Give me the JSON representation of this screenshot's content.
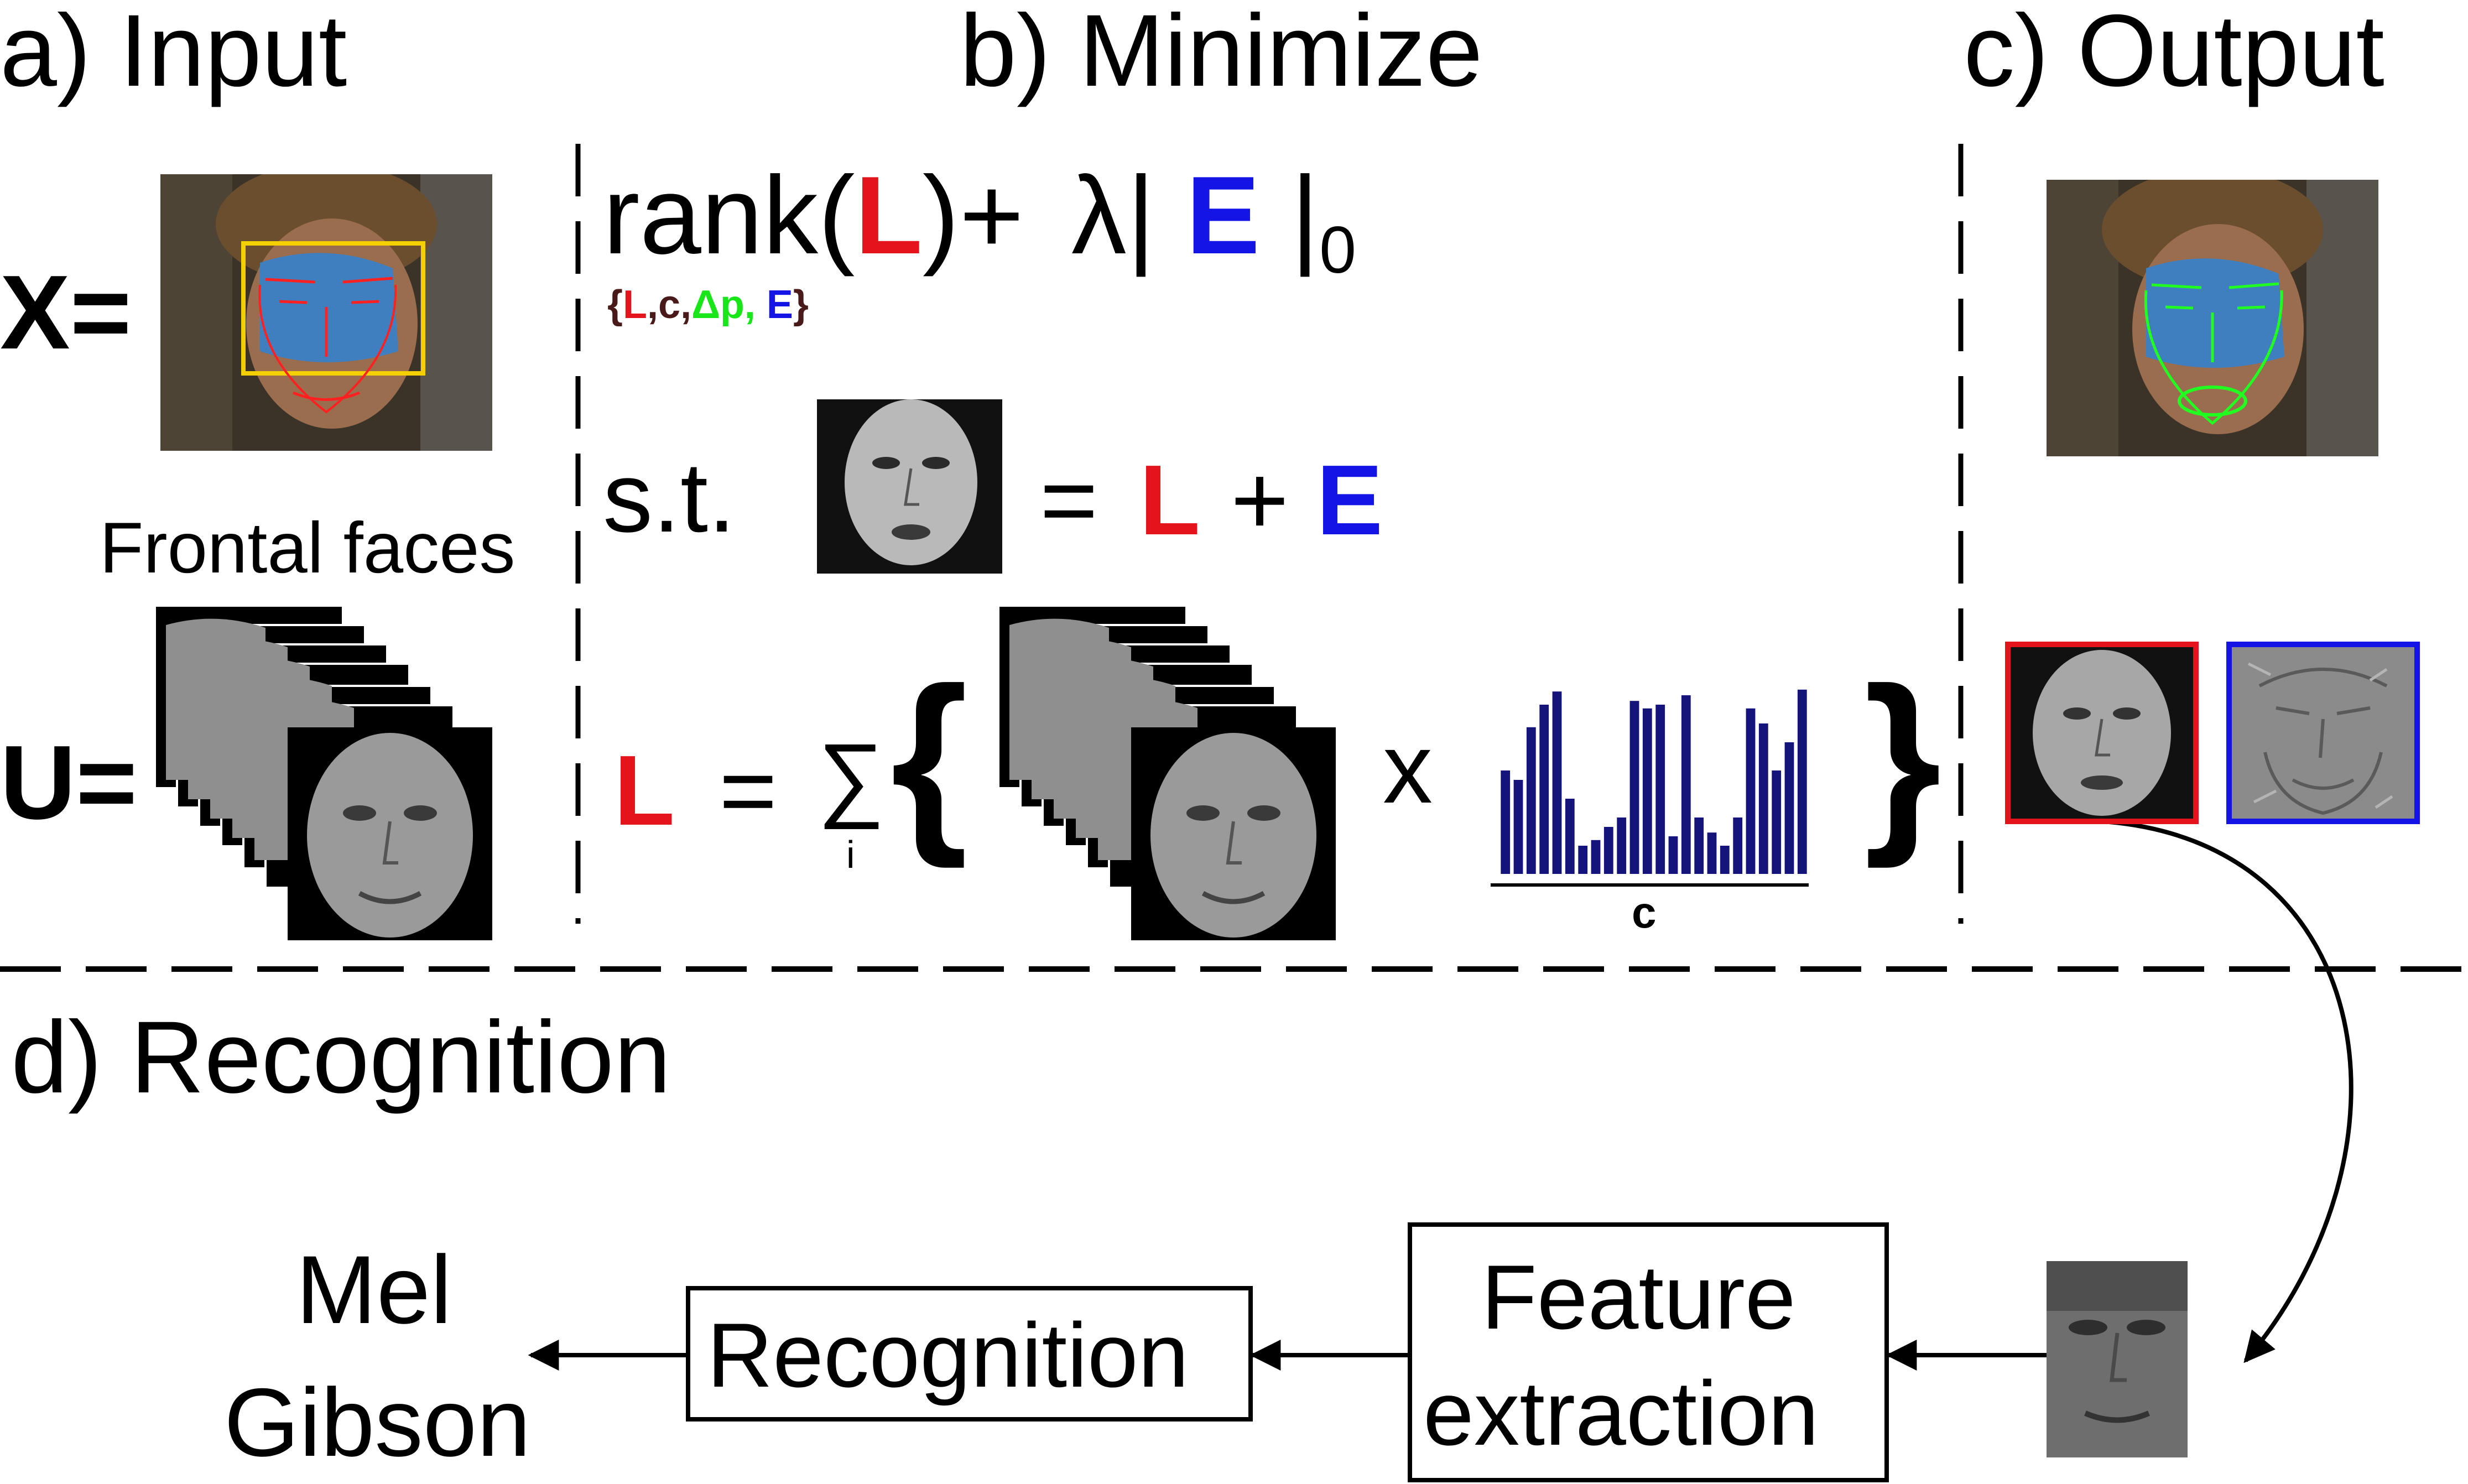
{
  "panels": {
    "input": "a) Input",
    "minimize": "b) Minimize",
    "output": "c) Output",
    "recognition": "d) Recognition"
  },
  "input": {
    "x_label": "X=",
    "u_label": "U=",
    "frontal_caption": "Frontal faces"
  },
  "minimize": {
    "rank": "rank(",
    "L": "L",
    "close_plus": ")+",
    "lambda": "λ",
    "bar": "|",
    "E": "E",
    "zero": "0",
    "sub_open": "{",
    "sub_L": "L",
    "sub_c": ",c,",
    "sub_dp": "Δp,",
    "sub_E": "E",
    "sub_close": "}",
    "st": "s.t.",
    "equals": "=",
    "plus": "+",
    "L2": "L",
    "E2": "E",
    "L3": "L",
    "equals2": "=",
    "sum": "∑",
    "sum_index": "i",
    "brace_open": "{",
    "times": "x",
    "brace_close": "}",
    "coeff_label": "c"
  },
  "recognition": {
    "feature_line1": "Feature",
    "feature_line2": "extraction",
    "recognition_box": "Recognition",
    "result_line1": "Mel",
    "result_line2": "Gibson"
  },
  "colors": {
    "low_rank": "#e3141b",
    "error": "#1414e6",
    "delta_p": "#18e618",
    "histogram": "#14147a",
    "face_box": "#f5d000",
    "landmarks_in": "#ff2020",
    "landmarks_out": "#20ff20"
  },
  "chart_data": {
    "type": "bar",
    "values": [
      0.55,
      0.5,
      0.78,
      0.9,
      0.97,
      0.4,
      0.15,
      0.18,
      0.25,
      0.3,
      0.92,
      0.88,
      0.9,
      0.2,
      0.95,
      0.3,
      0.22,
      0.15,
      0.3,
      0.88,
      0.8,
      0.55,
      0.7,
      0.98
    ],
    "xlabel": "c"
  }
}
